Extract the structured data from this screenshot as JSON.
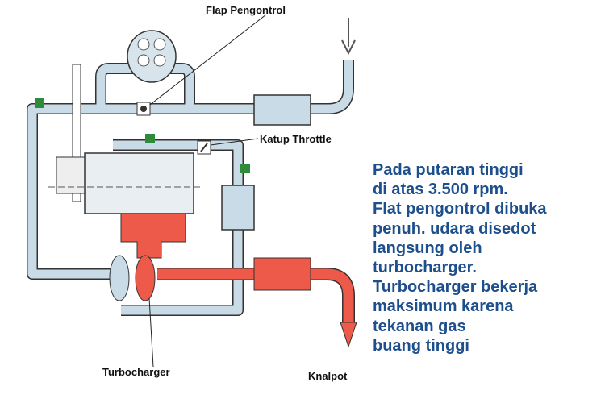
{
  "labels": {
    "flap": "Flap Pengontrol",
    "throttle": "Katup Throttle",
    "turbo": "Turbocharger",
    "exhaust": "Knalpot"
  },
  "description": [
    "Pada putaran tinggi",
    "di atas 3.500 rpm.",
    "Flat pengontrol dibuka",
    "penuh. udara disedot",
    "langsung oleh",
    "turbocharger.",
    "Turbocharger bekerja",
    "maksimum karena",
    "tekanan gas",
    "buang tinggi"
  ],
  "colors": {
    "air": "#c8dbe6",
    "exhaust": "#ee5a4a",
    "text": "#1d4f8c",
    "valve": "#2e8b3a",
    "arrow": "#f0c060"
  }
}
